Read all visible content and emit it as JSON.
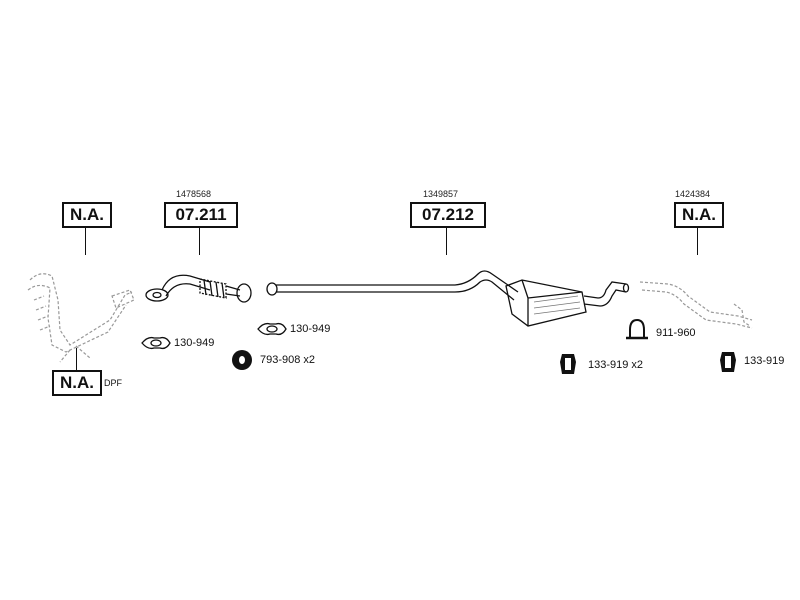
{
  "boxes": {
    "b1": "N.A.",
    "b2": "07.211",
    "b3": "07.212",
    "b4": "N.A.",
    "b5": "N.A."
  },
  "refs": {
    "r2": "1478568",
    "r3": "1349857",
    "r4": "1424384"
  },
  "dpf_label": "DPF",
  "parts": {
    "p1": "130-949",
    "p2": "130-949",
    "p3": "793-908 x2",
    "p4": "911-960",
    "p5": "133-919 x2",
    "p6": "133-919"
  }
}
